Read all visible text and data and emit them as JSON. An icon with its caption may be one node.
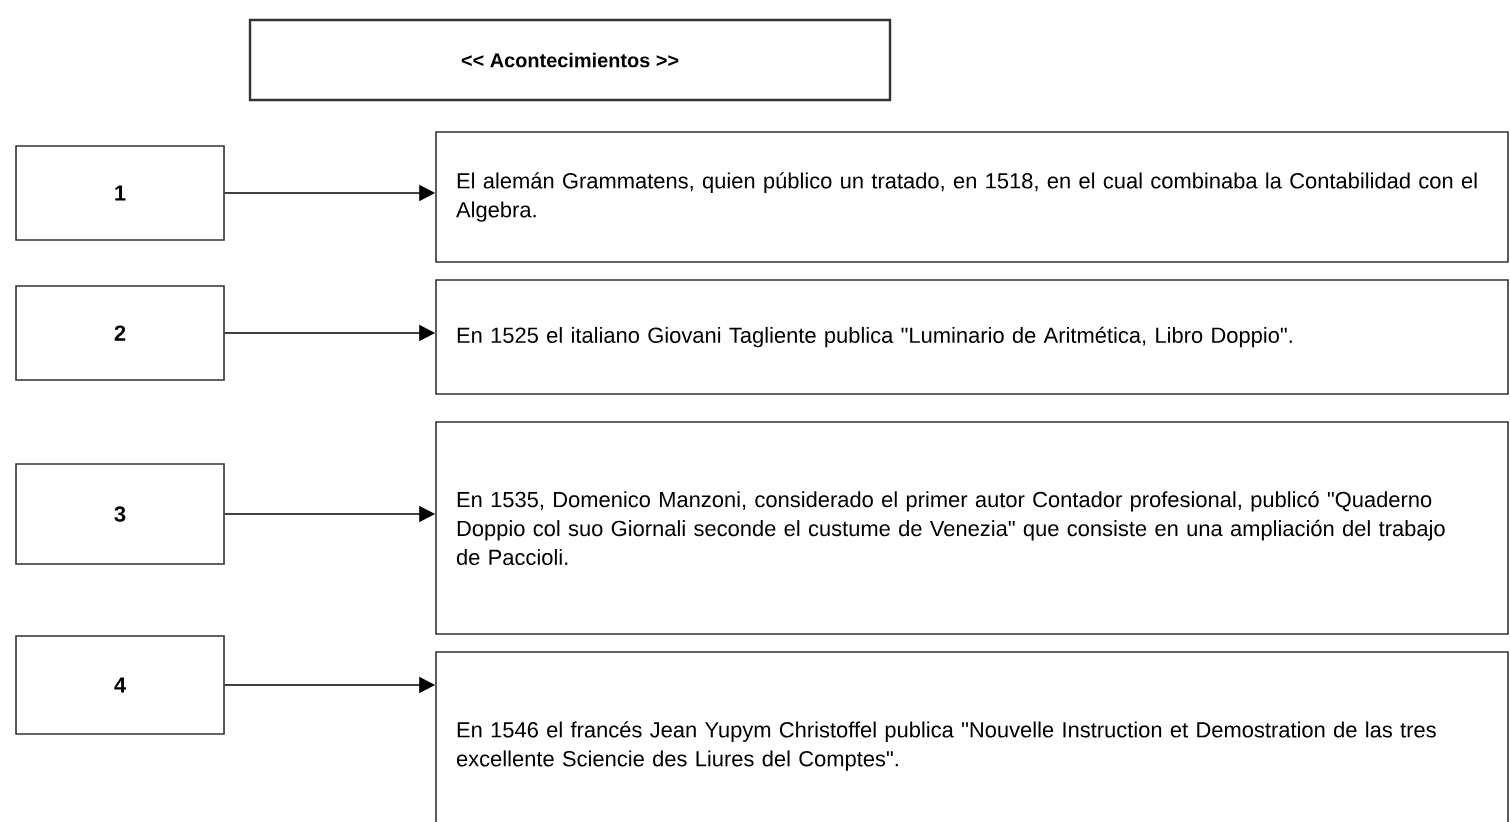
{
  "diagram": {
    "title": "<< Acontecimientos >>",
    "nodes": [
      {
        "text": [
          "1"
        ]
      },
      {
        "text": [
          "El alemán Grammatens, quien público un tratado, en 1518, en el cual combinaba la Contabilidad con el Algebra."
        ]
      },
      {
        "text": [
          "2"
        ]
      },
      {
        "text": [
          "En 1525 el italiano Giovani Tagliente publica \"Luminario de Aritmética, Libro Doppio\"."
        ]
      },
      {
        "text": [
          "3"
        ]
      },
      {
        "text": [
          "En 1535, Domenico Manzoni, considerado el primer autor Contador profesional, publicó \"Quaderno Doppio col suo Giornali seconde el custume de Venezia\" que consiste en una ampliación del trabajo de Paccioli."
        ]
      },
      {
        "text": [
          "4"
        ]
      },
      {
        "text": [
          "En 1546 el francés Jean Yupym Christoffel publica \"Nouvelle Instruction et Demostration de las tres excellente Sciencie des Liures del Comptes\"."
        ]
      }
    ],
    "edges": [
      {
        "from": 0,
        "to": 1,
        "arrow": "to"
      },
      {
        "from": 2,
        "to": 3,
        "arrow": "to"
      },
      {
        "from": 4,
        "to": 5,
        "arrow": "to"
      },
      {
        "from": 6,
        "to": 7,
        "arrow": "to"
      }
    ]
  }
}
